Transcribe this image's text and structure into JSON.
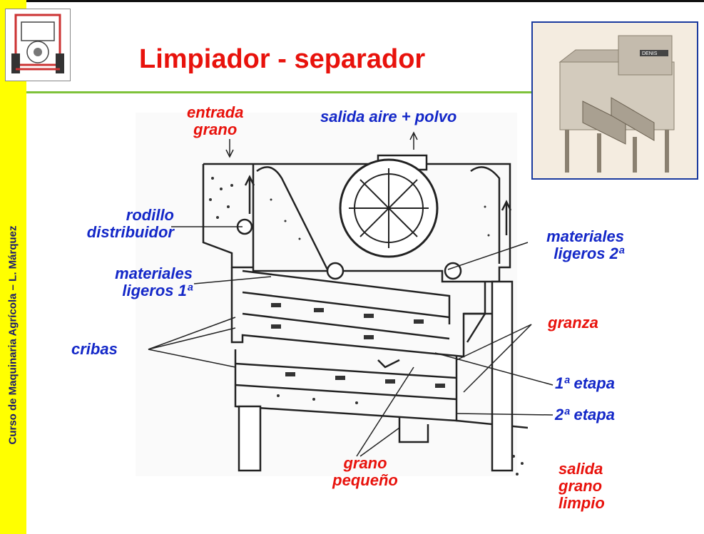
{
  "sidebar": {
    "text": "Curso de Maquinaria Agrícola – L. Márquez"
  },
  "title": "Limpiador - separador",
  "labels": {
    "entrada_grano": [
      "entrada",
      "grano"
    ],
    "salida_aire": "salida aire + polvo",
    "rodillo": [
      "rodillo",
      "distribuidor"
    ],
    "materiales_ligeros_1": [
      "materiales",
      "ligeros 1ª"
    ],
    "materiales_ligeros_2": [
      "materiales",
      "ligeros 2ª"
    ],
    "cribas": "cribas",
    "granza": "granza",
    "etapa_1": "1ª etapa",
    "etapa_2": "2ª etapa",
    "grano_pequeno": [
      "grano",
      "pequeño"
    ],
    "salida_grano": [
      "salida",
      "grano",
      "limpio"
    ]
  },
  "photo": {
    "nameplate": "DENIS"
  },
  "colors": {
    "red": "#e8120c",
    "blue": "#1428c8",
    "sidebar": "#ffff00",
    "divider": "#7ec23a"
  }
}
